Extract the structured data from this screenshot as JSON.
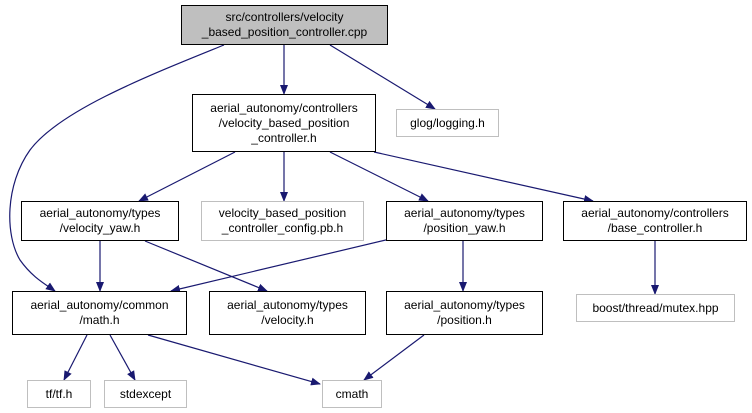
{
  "graph": {
    "nodes": [
      {
        "id": "root",
        "label": "src/controllers/velocity\n_based_position_controller.cpp",
        "kind": "root"
      },
      {
        "id": "vbpc_h",
        "label": "aerial_autonomy/controllers\n/velocity_based_position\n_controller.h",
        "kind": "internal"
      },
      {
        "id": "glog",
        "label": "glog/logging.h",
        "kind": "external"
      },
      {
        "id": "vel_yaw",
        "label": "aerial_autonomy/types\n/velocity_yaw.h",
        "kind": "internal"
      },
      {
        "id": "config_pb",
        "label": "velocity_based_position\n_controller_config.pb.h",
        "kind": "external"
      },
      {
        "id": "pos_yaw",
        "label": "aerial_autonomy/types\n/position_yaw.h",
        "kind": "internal"
      },
      {
        "id": "base_ctrl",
        "label": "aerial_autonomy/controllers\n/base_controller.h",
        "kind": "internal"
      },
      {
        "id": "math",
        "label": "aerial_autonomy/common\n/math.h",
        "kind": "internal"
      },
      {
        "id": "velocity",
        "label": "aerial_autonomy/types\n/velocity.h",
        "kind": "internal"
      },
      {
        "id": "position",
        "label": "aerial_autonomy/types\n/position.h",
        "kind": "internal"
      },
      {
        "id": "mutex",
        "label": "boost/thread/mutex.hpp",
        "kind": "external"
      },
      {
        "id": "tf",
        "label": "tf/tf.h",
        "kind": "external"
      },
      {
        "id": "stdexcept",
        "label": "stdexcept",
        "kind": "external"
      },
      {
        "id": "cmath",
        "label": "cmath",
        "kind": "external"
      }
    ],
    "edges": [
      {
        "from": "root",
        "to": "vbpc_h"
      },
      {
        "from": "root",
        "to": "glog"
      },
      {
        "from": "root",
        "to": "math"
      },
      {
        "from": "vbpc_h",
        "to": "vel_yaw"
      },
      {
        "from": "vbpc_h",
        "to": "config_pb"
      },
      {
        "from": "vbpc_h",
        "to": "pos_yaw"
      },
      {
        "from": "vbpc_h",
        "to": "base_ctrl"
      },
      {
        "from": "vel_yaw",
        "to": "math"
      },
      {
        "from": "vel_yaw",
        "to": "velocity"
      },
      {
        "from": "pos_yaw",
        "to": "math"
      },
      {
        "from": "pos_yaw",
        "to": "position"
      },
      {
        "from": "base_ctrl",
        "to": "mutex"
      },
      {
        "from": "math",
        "to": "tf"
      },
      {
        "from": "math",
        "to": "stdexcept"
      },
      {
        "from": "math",
        "to": "cmath"
      },
      {
        "from": "position",
        "to": "cmath"
      }
    ],
    "colors": {
      "edge": "#191970",
      "border_internal": "#000000",
      "border_external": "#bfbfbf",
      "root_fill": "#bfbfbf"
    }
  }
}
